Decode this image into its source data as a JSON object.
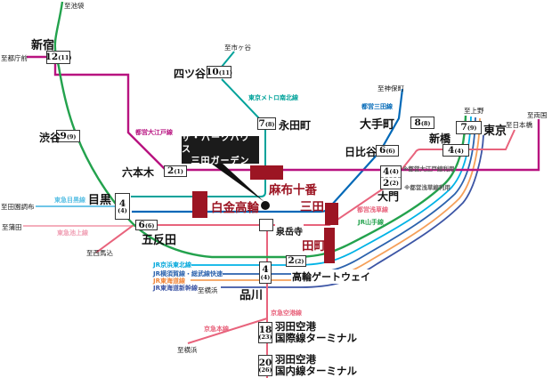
{
  "colors": {
    "yamanote": "#23a24d",
    "keihin_tohoku": "#00b3e6",
    "yokosuka_sobu": "#2b62ad",
    "tokaido": "#f5a05a",
    "shinkansen": "#3c55a5",
    "namboku": "#00a29a",
    "oedo": "#b81380",
    "mita_line": "#0068b7",
    "asakusa": "#e8637c",
    "keikyu": "#e8637c",
    "tokyu_meguro": "#6fc5e8",
    "tokyu_ikegami": "#f4aebc",
    "station_marker": "#9c1523",
    "property_box_bg": "#1b1b1b"
  },
  "property": {
    "line1": "ザ・パークハウス",
    "line2": "三田ガーデン"
  },
  "stations": {
    "shinjuku": {
      "name": "新宿",
      "min": "12",
      "alt": "(11)"
    },
    "yotsuya": {
      "name": "四ツ谷",
      "min": "10",
      "alt": "(11)"
    },
    "nagatacho": {
      "name": "永田町",
      "min": "7",
      "alt": "(8)"
    },
    "shibuya": {
      "name": "渋谷",
      "min": "9",
      "alt": "(9)"
    },
    "roppongi": {
      "name": "六本木",
      "min": "2",
      "alt": "(1)"
    },
    "otemachi": {
      "name": "大手町",
      "min": "8",
      "alt": "(8)"
    },
    "tokyo": {
      "name": "東京",
      "min": "7",
      "alt": "(9)"
    },
    "shimbashi": {
      "name": "新橋",
      "min": "4",
      "alt": "(4)"
    },
    "hibiya": {
      "name": "日比谷",
      "min": "6",
      "alt": "(6)"
    },
    "daimon": {
      "name": "大門",
      "min": "4",
      "alt": "(4)",
      "min2": "2",
      "alt2": "(2)"
    },
    "meguro": {
      "name": "目黒",
      "min": "4",
      "alt": "(4)"
    },
    "gotanda": {
      "name": "五反田",
      "min": "6",
      "alt": "(6)"
    },
    "sengakuji": {
      "name": "泉岳寺"
    },
    "takanawa_gateway": {
      "name": "高輪ゲートウェイ",
      "min": "2",
      "alt": "(2)"
    },
    "shinagawa": {
      "name": "品川",
      "min": "4",
      "alt": "(4)"
    },
    "azabu_juban": {
      "name": "麻布十番"
    },
    "shirokane_takanawa": {
      "name": "白金高輪"
    },
    "mita": {
      "name": "三田"
    },
    "tamachi": {
      "name": "田町"
    },
    "haneda_intl": {
      "name1": "羽田空港",
      "name2": "国際線ターミナル",
      "min": "18",
      "alt": "(23)"
    },
    "haneda_dom": {
      "name1": "羽田空港",
      "name2": "国内線ターミナル",
      "min": "20",
      "alt": "(26)"
    }
  },
  "lines": {
    "oedo": "都営大江戸線",
    "namboku": "東京メトロ南北線",
    "mita": "都営三田線",
    "tokyu_meguro": "東急目黒線",
    "tokyu_ikegami": "東急池上線",
    "asakusa": "都営浅草線",
    "yamanote": "JR山手線",
    "keihin_tohoku": "JR京浜東北線",
    "yokosuka_sobu": "JR横須賀線・総武線快速",
    "tokaido": "JR東海道線",
    "shinkansen": "JR東海道新幹線",
    "keikyu_main": "京急本線",
    "keikyu_airport": "京急空港線"
  },
  "directions": {
    "ikebukuro": "至池袋",
    "tochomae": "至都庁前",
    "ichigaya": "至市ヶ谷",
    "jimbocho": "至神保町",
    "ueno": "至上野",
    "nihombashi": "至日本橋",
    "ryogoku": "至両国",
    "denenchofu": "至田園調布",
    "kamata": "至蒲田",
    "nishimagome": "至西馬込",
    "yokohama_jr": "至横浜",
    "yokohama_keikyu": "至横浜"
  },
  "notes": {
    "oedo_use": "※都営大江戸線利用",
    "asakusa_use": "※都営浅草線利用"
  }
}
